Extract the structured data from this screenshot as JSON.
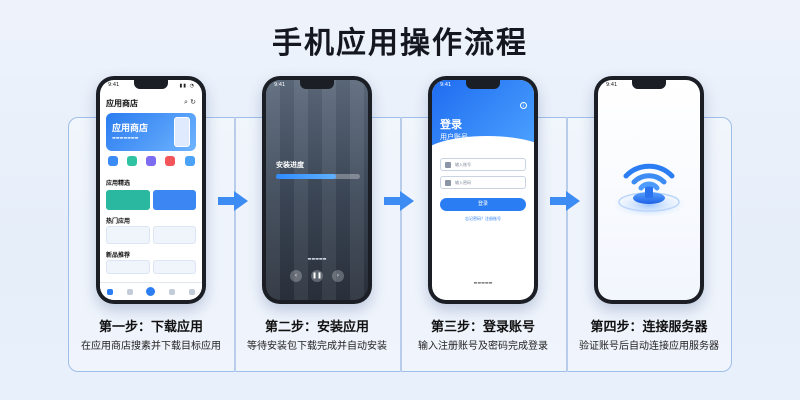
{
  "title": "手机应用操作流程",
  "colors": {
    "accent": "#2a7df2",
    "frame": "#9fbfe8",
    "arrow": "#3d8cf3"
  },
  "steps": [
    {
      "title": "第一步：下载应用",
      "desc": "在应用商店搜素并下载目标应用"
    },
    {
      "title": "第二步：安装应用",
      "desc": "等待安装包下载完成并自动安装"
    },
    {
      "title": "第三步：登录账号",
      "desc": "输入注册账号及密码完成登录"
    },
    {
      "title": "第四步：连接服务器",
      "desc": "验证账号后自动连接应用服务器"
    }
  ],
  "phone1": {
    "time": "9:41",
    "header": "应用商店",
    "banner_title": "应用商店",
    "section1": "应用精选",
    "section2": "热门应用",
    "section3": "新品推荐"
  },
  "phone2": {
    "time": "9:41",
    "label": "安装进度",
    "progress": 0.72
  },
  "phone3": {
    "time": "9:41",
    "heading": "登录",
    "subheading": "用户账号",
    "username_placeholder": "输入账号",
    "password_placeholder": "输入密码",
    "login_button": "登录",
    "register_link": "忘记密码？注册账号"
  },
  "phone4": {
    "time": "9:41"
  }
}
